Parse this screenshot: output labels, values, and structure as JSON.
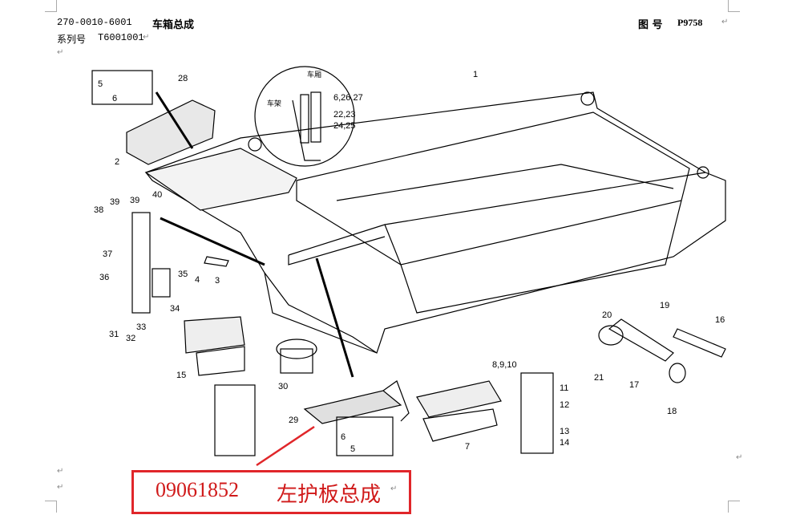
{
  "header": {
    "doc_code": "270-0010-6001",
    "title": "车箱总成",
    "series_label": "系列号",
    "series_no": "T6001001",
    "drawing_label": "图 号",
    "drawing_no": "P9758",
    "para_mark": "↵"
  },
  "callouts": {
    "c1": "1",
    "c2": "2",
    "c3": "3",
    "c4": "4",
    "c5a": "5",
    "c6a": "6",
    "c5b": "5",
    "c6b": "6",
    "c7": "7",
    "c8910": "8,9,10",
    "c11": "11",
    "c12": "12",
    "c13": "13",
    "c14": "14",
    "c15": "15",
    "c16": "16",
    "c17": "17",
    "c18": "18",
    "c19": "19",
    "c20": "20",
    "c21": "21",
    "c62627": "6,26,27",
    "c2223": "22,23",
    "c2425": "24,25",
    "c28": "28",
    "c29": "29",
    "c30": "30",
    "c31": "31",
    "c32": "32",
    "c33": "33",
    "c34": "34",
    "c35": "35",
    "c36": "36",
    "c37": "37",
    "c38": "38",
    "c39a": "39",
    "c39b": "39",
    "c40": "40",
    "body_label": "车厢",
    "frame_label": "车架"
  },
  "highlight": {
    "part_no": "09061852",
    "part_name": "左护板总成",
    "color": "#e0262a"
  }
}
